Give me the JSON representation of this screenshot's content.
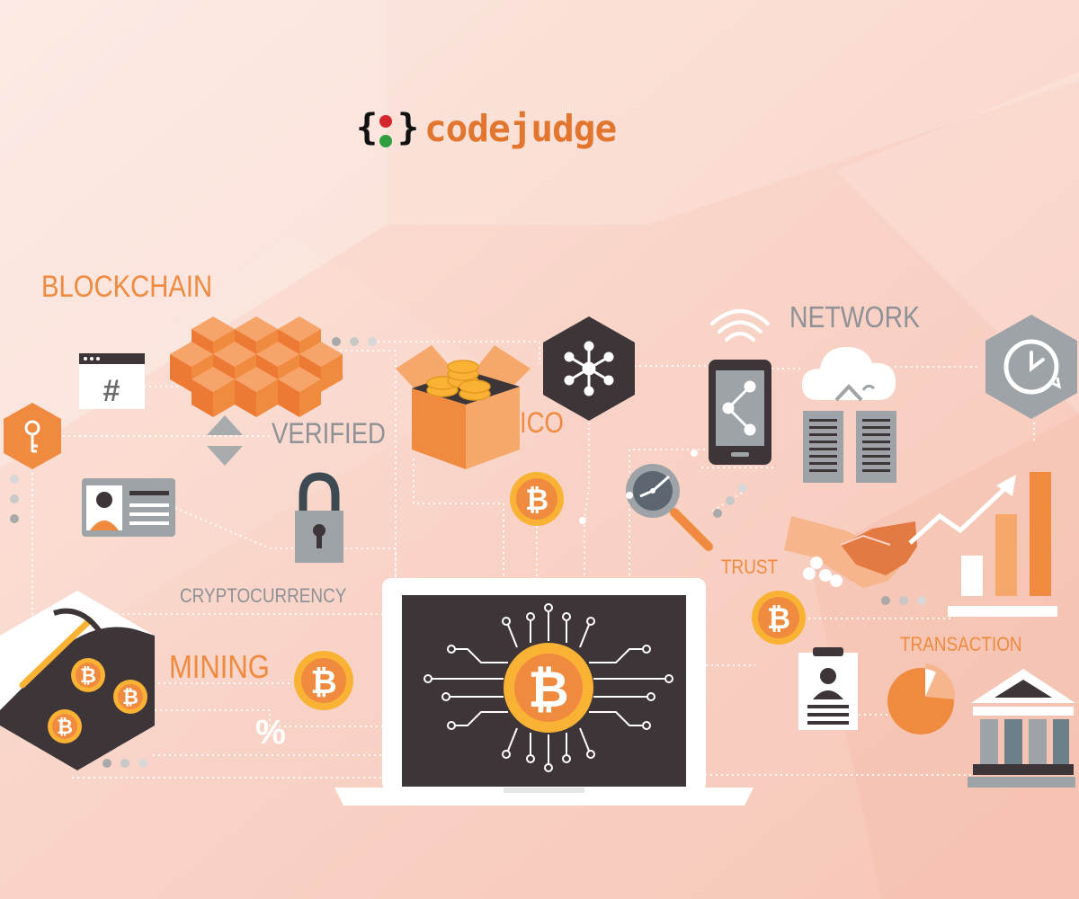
{
  "brand": {
    "logo_word": "codejudge",
    "brace_left": "{",
    "brace_right": "}"
  },
  "labels": {
    "blockchain": "BLOCKCHAIN",
    "verified": "VERIFIED",
    "ico": "ICO",
    "network": "NETWORK",
    "trust": "TRUST",
    "cryptocurrency": "CRYPTOCURRENCY",
    "mining": "MINING",
    "transaction": "TRANSACTION",
    "percent": "%",
    "hash": "#"
  },
  "colors": {
    "background": "#f9d3c7",
    "orange": "#f08a3e",
    "orange_light": "#f6b58a",
    "dark": "#3d3538",
    "gray": "#9ea3a7",
    "coin_gold": "#f9b233",
    "logo_red": "#d6262d",
    "logo_green": "#2e9e3f",
    "logo_orange": "#e3762f"
  },
  "icons": [
    "code-brackets-icon",
    "cubes-icon",
    "hash-browser-icon",
    "key-hexagon-icon",
    "updown-arrows-icon",
    "id-card-icon",
    "padlock-icon",
    "coin-box-icon",
    "network-hexagon-icon",
    "bitcoin-coin-icon",
    "magnifier-icon",
    "smartphone-share-icon",
    "cloud-server-icon",
    "clock-hexagon-icon",
    "handshake-icon",
    "growth-chart-icon",
    "mining-pickaxe-icon",
    "laptop-bitcoin-chip-icon",
    "resume-document-icon",
    "pie-chart-icon",
    "bank-icon"
  ]
}
